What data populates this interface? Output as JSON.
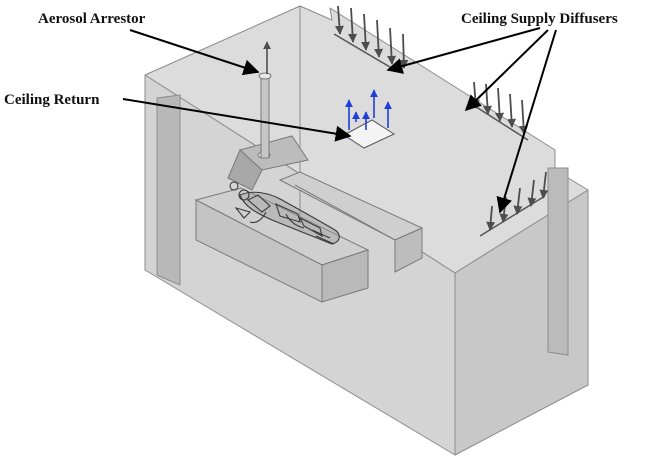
{
  "labels": {
    "aerosol_arrestor": "Aerosol Arrestor",
    "ceiling_return": "Ceiling Return",
    "ceiling_supply_diffusers": "Ceiling Supply Diffusers"
  },
  "colors": {
    "room_fill": "#d9d9d9",
    "room_edge": "#8c8c8c",
    "supply_arrow": "#4d4d4d",
    "return_arrow": "#1f3fd6",
    "leader_line": "#000000"
  }
}
